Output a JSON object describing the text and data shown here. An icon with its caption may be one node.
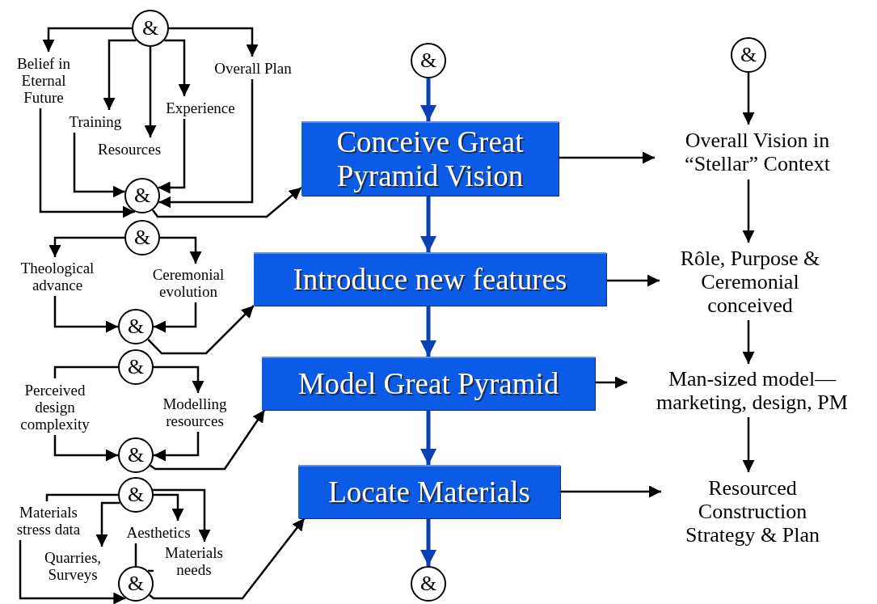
{
  "diagram": {
    "nodes": [
      {
        "text": [
          "&"
        ]
      },
      {
        "text": [
          "Belief in Eternal Future"
        ]
      },
      {
        "text": [
          "Overall Plan"
        ]
      },
      {
        "text": [
          "Training"
        ]
      },
      {
        "text": [
          "Experience"
        ]
      },
      {
        "text": [
          "Resources"
        ]
      },
      {
        "text": [
          "&"
        ]
      },
      {
        "text": [
          "&"
        ]
      },
      {
        "text": [
          "&"
        ]
      },
      {
        "text": [
          "Conceive Great Pyramid Vision"
        ]
      },
      {
        "text": [
          "Overall Vision in “Stellar” Context"
        ]
      },
      {
        "text": [
          "&"
        ]
      },
      {
        "text": [
          "Theological advance"
        ]
      },
      {
        "text": [
          "Ceremonial evolution"
        ]
      },
      {
        "text": [
          "&"
        ]
      },
      {
        "text": [
          "Introduce new features"
        ]
      },
      {
        "text": [
          "Rôle, Purpose & Ceremonial conceived"
        ]
      },
      {
        "text": [
          "&"
        ]
      },
      {
        "text": [
          "Perceived design complexity"
        ]
      },
      {
        "text": [
          "Modelling resources"
        ]
      },
      {
        "text": [
          "&"
        ]
      },
      {
        "text": [
          "Model Great Pyramid"
        ]
      },
      {
        "text": [
          "Man-sized model— marketing, design, PM"
        ]
      },
      {
        "text": [
          "&"
        ]
      },
      {
        "text": [
          "Materials stress data"
        ]
      },
      {
        "text": [
          "Aesthetics"
        ]
      },
      {
        "text": [
          "Quarries, Surveys"
        ]
      },
      {
        "text": [
          "Materials needs"
        ]
      },
      {
        "text": [
          "&"
        ]
      },
      {
        "text": [
          "Locate Materials"
        ]
      },
      {
        "text": [
          "Resourced Construction Strategy & Plan"
        ]
      },
      {
        "text": [
          "&"
        ]
      }
    ],
    "edges": [
      {
        "from": 0,
        "to": 1,
        "arrow": "to"
      },
      {
        "from": 0,
        "to": 2,
        "arrow": "to"
      },
      {
        "from": 0,
        "to": 3,
        "arrow": "to"
      },
      {
        "from": 0,
        "to": 5,
        "arrow": "to"
      },
      {
        "from": 0,
        "to": 4,
        "arrow": "to"
      },
      {
        "from": 1,
        "to": 6,
        "arrow": "to"
      },
      {
        "from": 3,
        "to": 6,
        "arrow": "to"
      },
      {
        "from": 4,
        "to": 6,
        "arrow": "to"
      },
      {
        "from": 2,
        "to": 6,
        "arrow": "to"
      },
      {
        "from": 6,
        "to": 9,
        "arrow": "to"
      },
      {
        "from": 7,
        "to": 9,
        "arrow": "to",
        "style": "thick",
        "color": "#0a3fb5"
      },
      {
        "from": 9,
        "to": 15,
        "arrow": "to",
        "style": "thick",
        "color": "#0a3fb5"
      },
      {
        "from": 15,
        "to": 21,
        "arrow": "to",
        "style": "thick",
        "color": "#0a3fb5"
      },
      {
        "from": 21,
        "to": 29,
        "arrow": "to",
        "style": "thick",
        "color": "#0a3fb5"
      },
      {
        "from": 29,
        "to": 31,
        "arrow": "to",
        "style": "thick",
        "color": "#0a3fb5"
      },
      {
        "from": 8,
        "to": 10,
        "arrow": "to"
      },
      {
        "from": 9,
        "to": 10,
        "arrow": "to"
      },
      {
        "from": 10,
        "to": 16,
        "arrow": "to"
      },
      {
        "from": 15,
        "to": 16,
        "arrow": "to"
      },
      {
        "from": 16,
        "to": 22,
        "arrow": "to"
      },
      {
        "from": 21,
        "to": 22,
        "arrow": "to"
      },
      {
        "from": 22,
        "to": 30,
        "arrow": "to"
      },
      {
        "from": 29,
        "to": 30,
        "arrow": "to"
      },
      {
        "from": 11,
        "to": 12,
        "arrow": "to"
      },
      {
        "from": 11,
        "to": 13,
        "arrow": "to"
      },
      {
        "from": 12,
        "to": 14,
        "arrow": "to"
      },
      {
        "from": 13,
        "to": 14,
        "arrow": "to"
      },
      {
        "from": 14,
        "to": 15,
        "arrow": "to"
      },
      {
        "from": 17,
        "to": 18,
        "arrow": "none"
      },
      {
        "from": 17,
        "to": 19,
        "arrow": "to"
      },
      {
        "from": 18,
        "to": 20,
        "arrow": "to"
      },
      {
        "from": 19,
        "to": 20,
        "arrow": "to"
      },
      {
        "from": 20,
        "to": 21,
        "arrow": "to"
      },
      {
        "from": 23,
        "to": 24,
        "arrow": "none"
      },
      {
        "from": 23,
        "to": 26,
        "arrow": "to"
      },
      {
        "from": 23,
        "to": 25,
        "arrow": "to"
      },
      {
        "from": 23,
        "to": 27,
        "arrow": "to"
      },
      {
        "from": 24,
        "to": 28,
        "arrow": "to"
      },
      {
        "from": 25,
        "to": 28,
        "arrow": "none"
      },
      {
        "from": 27,
        "to": 28,
        "arrow": "none"
      },
      {
        "from": 28,
        "to": 29,
        "arrow": "to"
      }
    ]
  }
}
